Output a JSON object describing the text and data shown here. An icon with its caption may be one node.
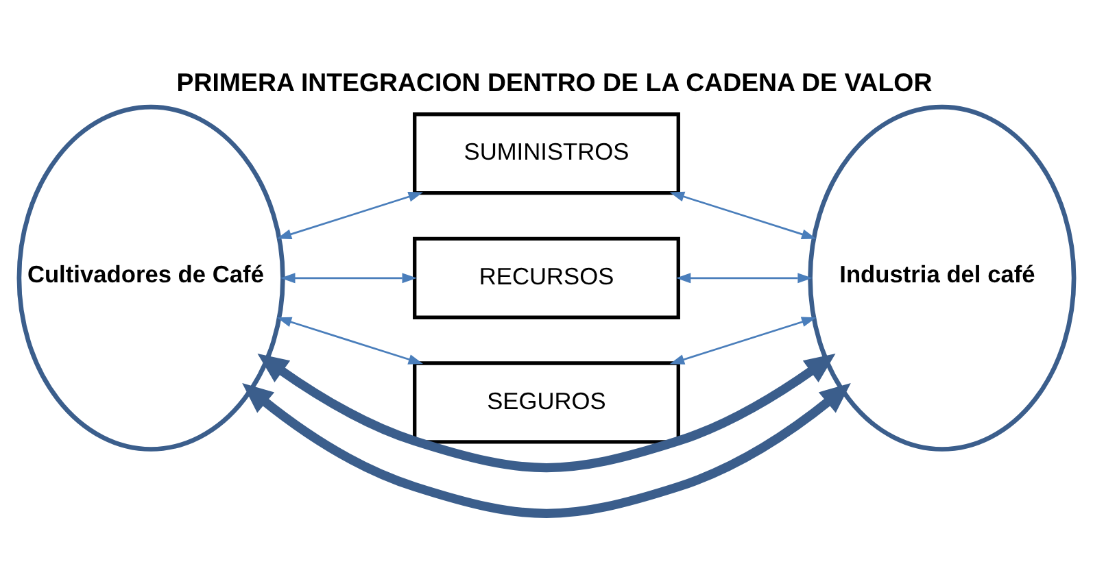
{
  "diagram": {
    "title": "PRIMERA INTEGRACION DENTRO DE LA CADENA DE VALOR",
    "nodes": [
      {
        "text": [
          "Cultivadores de Café"
        ]
      },
      {
        "text": [
          "SUMINISTROS"
        ]
      },
      {
        "text": [
          "RECURSOS"
        ]
      },
      {
        "text": [
          "SEGUROS"
        ]
      },
      {
        "text": [
          "Industria del café"
        ]
      }
    ],
    "edges": [
      {
        "from": 0,
        "to": 4,
        "arrow": "both",
        "style": "thick",
        "color": "#3b5e8c"
      },
      {
        "from": 0,
        "to": 1,
        "arrow": "both"
      },
      {
        "from": 1,
        "to": 4,
        "arrow": "both"
      },
      {
        "from": 0,
        "to": 2,
        "arrow": "both"
      },
      {
        "from": 2,
        "to": 4,
        "arrow": "both"
      },
      {
        "from": 0,
        "to": 3,
        "arrow": "both"
      },
      {
        "from": 3,
        "to": 4,
        "arrow": "both"
      },
      {
        "from": 0,
        "to": 4,
        "arrow": "both",
        "style": "thick",
        "color": "#3b5e8c"
      }
    ]
  }
}
